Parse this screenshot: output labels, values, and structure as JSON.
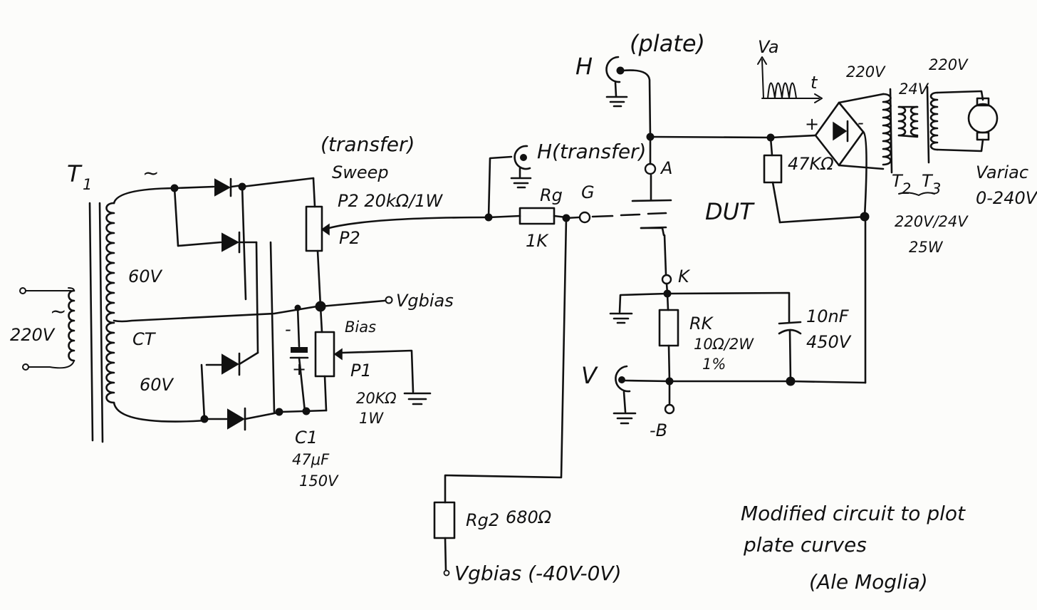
{
  "labels": {
    "t1": "T",
    "t1_sub": "1",
    "mains": "220V",
    "mains_tilde": "~",
    "sec_tilde": "~",
    "sec_top": "60V",
    "ct": "CT",
    "sec_bottom": "60V",
    "transfer_note": "(transfer)",
    "sweep": "Sweep",
    "p2_spec": "P2 20kΩ/1W",
    "p2": "P2",
    "vgbias_out": "Vgbias",
    "bias": "Bias",
    "p1": "P1",
    "p1_spec1": "20KΩ",
    "p1_spec2": "1W",
    "c1_minus": "-",
    "c1_plus": "+",
    "c1": "C1",
    "c1_spec1": "47μF",
    "c1_spec2": "150V",
    "h_transfer": "H(transfer)",
    "rg": "Rg",
    "rg_value": "1K",
    "g": "G",
    "dut": "DUT",
    "h_plate_h": "H",
    "plate": "(plate)",
    "a": "A",
    "k": "K",
    "rk": "RK",
    "rk_spec": "10Ω/2W",
    "rk_tol": "1%",
    "cap": "10nF",
    "cap_v": "450V",
    "v": "V",
    "minus_b": "-B",
    "r47k": "47KΩ",
    "va": "Va",
    "t_axis": "t",
    "plus": "+",
    "minus": "-",
    "t2_pri": "220V",
    "t2_sec": "24V",
    "t3_sec": "220V",
    "t2": "T",
    "t2_sub": "2",
    "t3": "T",
    "t3_sub": "3",
    "t23_spec1": "220V/24V",
    "t23_spec2": "25W",
    "variac": "Variac",
    "variac_range": "0-240V",
    "rg2": "Rg2",
    "rg2_value": "680Ω",
    "vgbias_in": "Vgbias (-40V-0V)",
    "note1": "Modified circuit to plot",
    "note2": "plate curves",
    "author": "(Ale Moglia)"
  }
}
